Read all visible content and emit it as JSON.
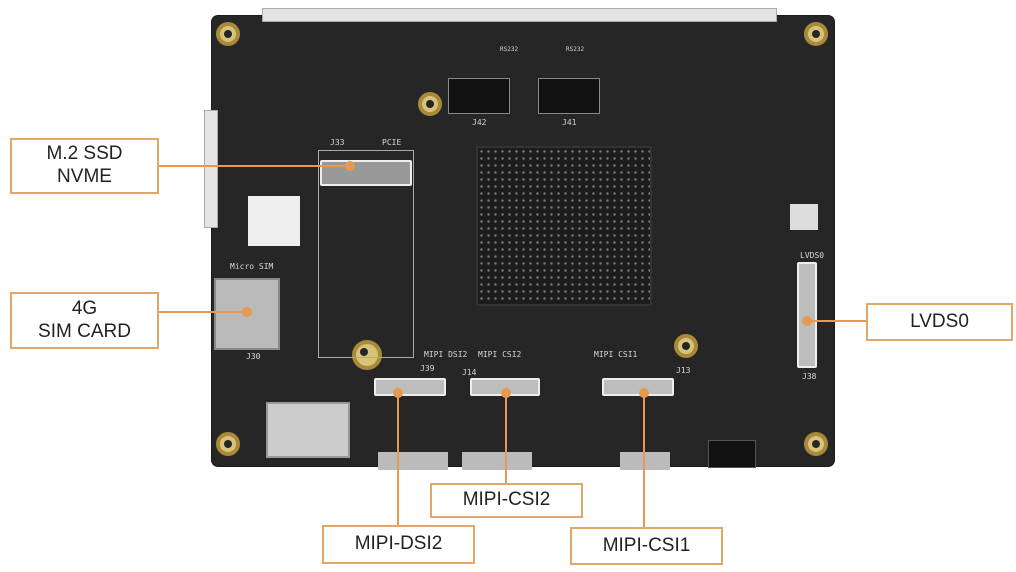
{
  "callouts": {
    "m2": "M.2 SSD\nNVME",
    "sim": "4G\nSIM CARD",
    "lvds": "LVDS0",
    "csi2": "MIPI-CSI2",
    "dsi2": "MIPI-DSI2",
    "csi1": "MIPI-CSI1"
  },
  "silkscreen": {
    "j33": "J33",
    "pcie": "PCIE",
    "micro_sim": "Micro SIM",
    "j30": "J30",
    "mipi_dsi2": "MIPI DSI2",
    "j39": "J39",
    "mipi_csi2": "MIPI CSI2",
    "j14": "J14",
    "mipi_csi1": "MIPI CSI1",
    "j13": "J13",
    "lvds0": "LVDS0",
    "j38": "J38",
    "j42": "J42",
    "j41": "J41",
    "rs232_a": "RS232",
    "rs232_b": "RS232"
  },
  "colors": {
    "accent": "#e79a4f",
    "board": "#262626"
  }
}
